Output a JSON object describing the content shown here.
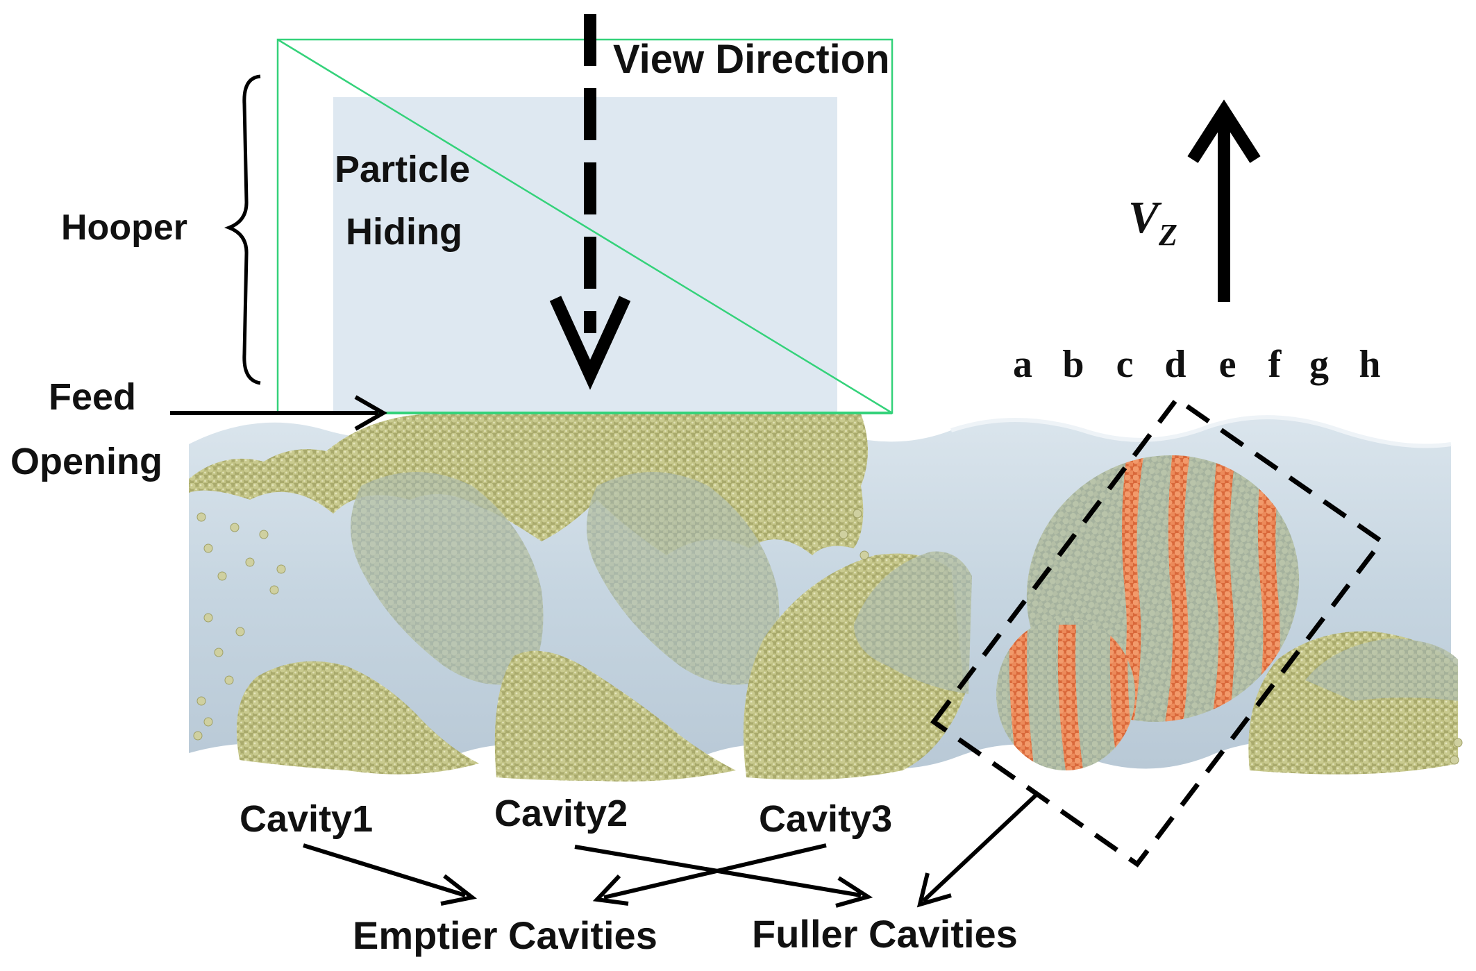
{
  "labels": {
    "view_direction": "View Direction",
    "hopper": "Hooper",
    "particle_hiding_line1": "Particle",
    "particle_hiding_line2": "Hiding",
    "feed_opening_line1": "Feed",
    "feed_opening_line2": "Opening",
    "velocity_symbol": "V",
    "velocity_subscript": "Z",
    "cavity1": "Cavity1",
    "cavity2": "Cavity2",
    "cavity3": "Cavity3",
    "emptier_cavities": "Emptier Cavities",
    "fuller_cavities": "Fuller Cavities"
  },
  "slice_labels": [
    "a",
    "b",
    "c",
    "d",
    "e",
    "f",
    "g",
    "h"
  ],
  "colors": {
    "particle": "#b7b878",
    "particle_dark": "#8f914f",
    "tracer_particle": "#ee8655",
    "barrel": "#c9d8e4",
    "hiding_box": "#dde8f1",
    "hopper_frame": "#34d27a",
    "arrow": "#000000"
  }
}
